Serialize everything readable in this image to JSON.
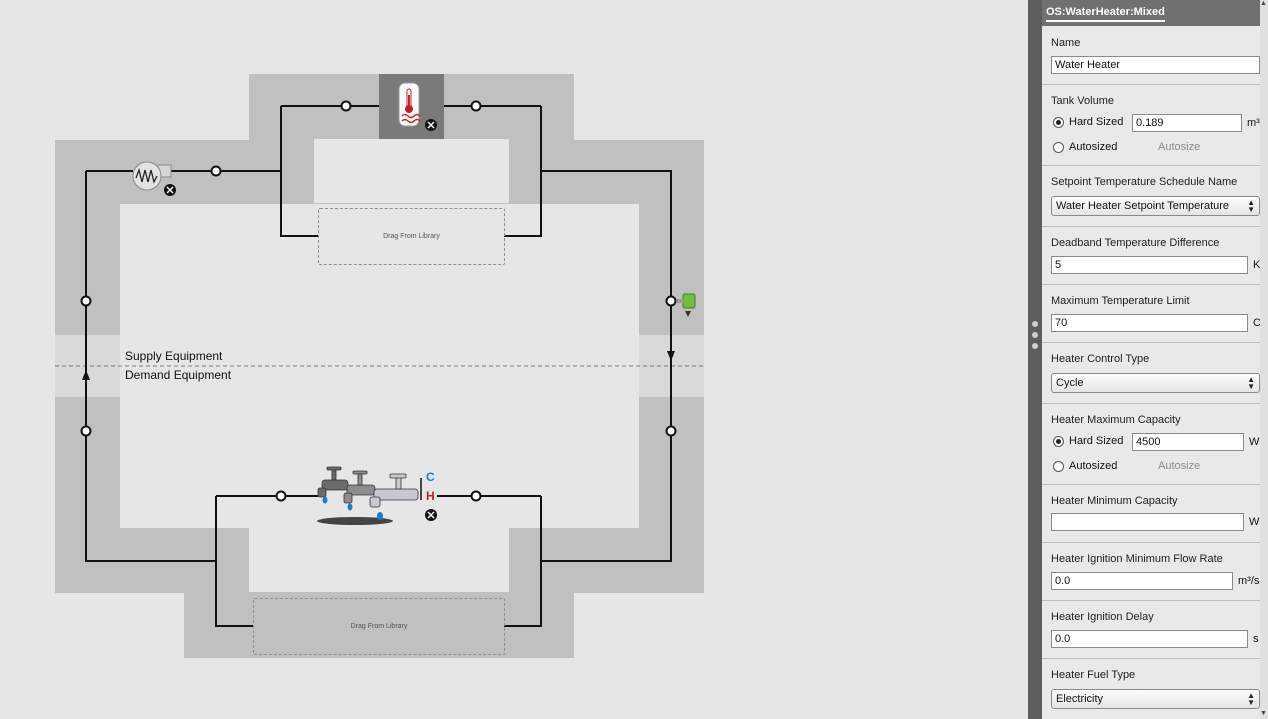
{
  "canvas": {
    "supply_label": "Supply Equipment",
    "demand_label": "Demand Equipment",
    "supply_drop_zone": "Drag From Library",
    "demand_drop_zone": "Drag From Library",
    "components": {
      "pump_icon": "pump-icon",
      "water_heater_icon": "water-heater-icon",
      "water_use_connections_icon": "faucet-icon",
      "setpoint_manager_icon": "setpoint-manager-icon",
      "remove_icon": "remove-icon"
    },
    "faucet_cold_letter": "C",
    "faucet_hot_letter": "H",
    "colors": {
      "loop_band": "#c0c0c0",
      "background": "#e6e6e6",
      "hot": "#c0242b",
      "cold": "#1a7fd1"
    }
  },
  "inspector": {
    "title": "OS:WaterHeater:Mixed",
    "name": {
      "label": "Name",
      "value": "Water Heater"
    },
    "tank_volume": {
      "label": "Tank Volume",
      "hard_sized_label": "Hard Sized",
      "value": "0.189",
      "unit": "m³",
      "autosized_label": "Autosized",
      "autosize_text": "Autosize",
      "selected": "hard"
    },
    "setpoint_schedule": {
      "label": "Setpoint Temperature Schedule Name",
      "value": "Water Heater Setpoint Temperature"
    },
    "deadband": {
      "label": "Deadband Temperature Difference",
      "value": "5",
      "unit": "K"
    },
    "max_temp": {
      "label": "Maximum Temperature Limit",
      "value": "70",
      "unit": "C"
    },
    "control_type": {
      "label": "Heater Control Type",
      "value": "Cycle"
    },
    "max_capacity": {
      "label": "Heater Maximum Capacity",
      "hard_sized_label": "Hard Sized",
      "value": "4500",
      "unit": "W",
      "autosized_label": "Autosized",
      "autosize_text": "Autosize",
      "selected": "hard"
    },
    "min_capacity": {
      "label": "Heater Minimum Capacity",
      "value": "",
      "unit": "W"
    },
    "ignition_flow": {
      "label": "Heater Ignition Minimum Flow Rate",
      "value": "0.0",
      "unit": "m³/s"
    },
    "ignition_delay": {
      "label": "Heater Ignition Delay",
      "value": "0.0",
      "unit": "s"
    },
    "fuel_type": {
      "label": "Heater Fuel Type",
      "value": "Electricity"
    }
  }
}
